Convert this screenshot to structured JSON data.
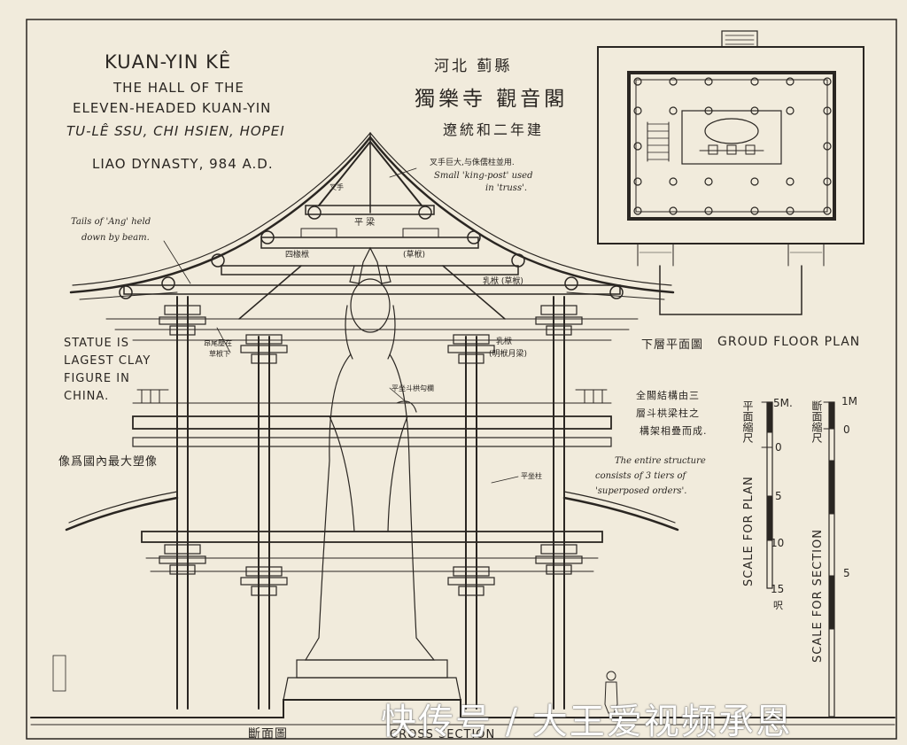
{
  "title_block": {
    "line1": "KUAN-YIN KÊ",
    "line2": "THE HALL OF THE",
    "line3": "ELEVEN-HEADED KUAN-YIN",
    "line4": "TU-LÊ SSU, CHI HSIEN, HOPEI",
    "line5": "LIAO DYNASTY, 984 A.D."
  },
  "chinese_title": {
    "line1": "河北 蓟縣",
    "line2": "獨樂寺 觀音閣",
    "line3": "遼統和二年建"
  },
  "annotations": {
    "kingpost_cn": "叉手巨大,与侏儒柱並用.",
    "kingpost_en_1": "Small 'king-post' used",
    "kingpost_en_2": "in 'truss'.",
    "tails_ang_1": "Tails of 'Ang' held",
    "tails_ang_2": "down by beam.",
    "pingliang": "平 梁",
    "sichuan": "四椽栿",
    "caofu": "(草栿)",
    "rufu_cao": "乳栿 (草栿)",
    "rufu_ming_1": "乳栿",
    "rufu_ming_2": "(明栿月梁)",
    "angwei": "昂尾壓在",
    "angwei_2": "草栿下",
    "pingzuo": "平坐柱",
    "goulan": "平坐斗栱勾欄",
    "chashou": "叉手",
    "statue_en": "STATUE IS LAGEST CLAY FIGURE IN CHINA.",
    "statue_cn": "像爲國內最大塑像",
    "structure_cn_1": "全閣結構由三",
    "structure_cn_2": "層斗栱梁柱之",
    "structure_cn_3": "構架相疊而成.",
    "structure_en_1": "The entire structure",
    "structure_en_2": "consists of 3 tiers of",
    "structure_en_3": "'superposed orders'."
  },
  "plan": {
    "label_cn": "下層平面圖",
    "label_en": "GROUD FLOOR PLAN"
  },
  "scales": {
    "plan_cn": "平面縮尺",
    "plan_en": "SCALE FOR PLAN",
    "plan_top": "5M.",
    "plan_ticks": [
      "0",
      "5",
      "10",
      "15"
    ],
    "plan_bottom": "呎",
    "section_cn": "斷面縮尺",
    "section_en": "SCALE FOR SECTION",
    "section_top": "1M",
    "section_ticks": [
      "0",
      "5"
    ]
  },
  "footer": {
    "section_cn": "斷面圖",
    "section_en": "CROSS SECTION"
  },
  "watermark": "快传号 / 大王爱视频承恩"
}
